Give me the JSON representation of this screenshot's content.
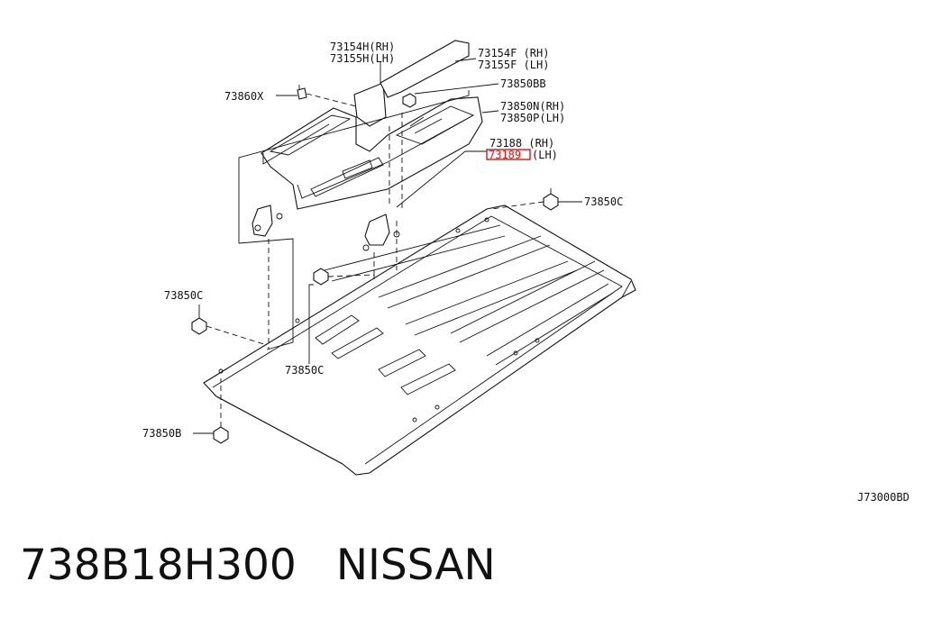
{
  "labels": {
    "l_73154H": "73154H(RH)",
    "l_73155H": "73155H(LH)",
    "l_73154F": "73154F (RH)",
    "l_73155F": "73155F (LH)",
    "l_73860X": "73860X",
    "l_73850BB": "73850BB",
    "l_73850N": "73850N(RH)",
    "l_73850P": "73850P(LH)",
    "l_73188": "73188 (RH)",
    "l_73189_code": "73189",
    "l_73189_side": "(LH)",
    "l_73850C_right": "73850C",
    "l_73850C_left": "73850C",
    "l_73850C_center": "73850C",
    "l_73850B": "73850B",
    "diagram_code": "J73000BD"
  },
  "footer": {
    "part_number": "738B18H300",
    "brand": "NISSAN"
  },
  "colors": {
    "highlight": "#e01010",
    "ink": "#111111"
  }
}
